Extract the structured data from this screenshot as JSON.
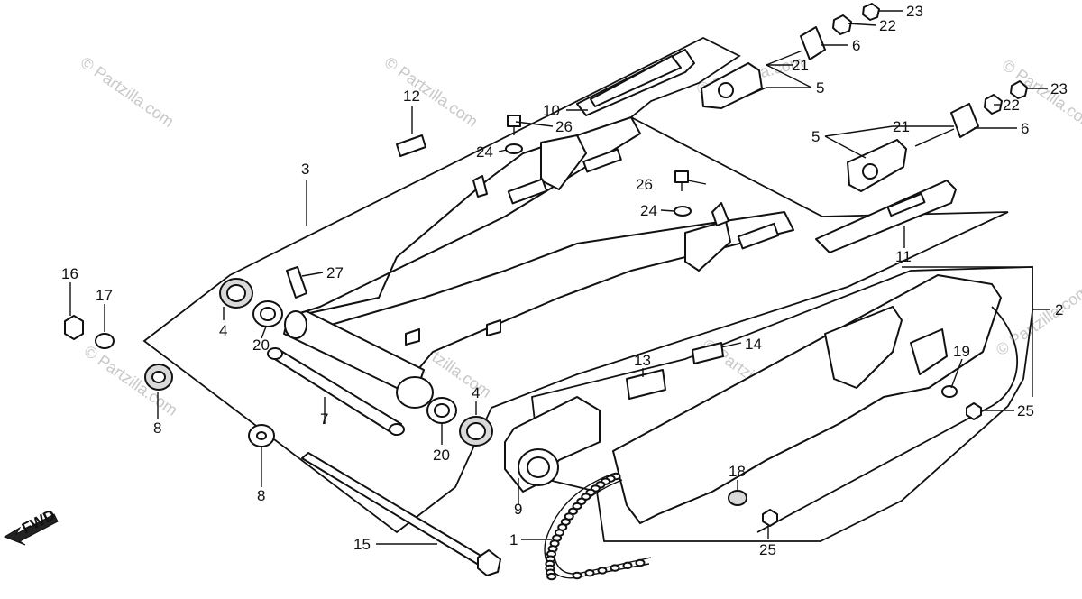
{
  "watermarks": [
    "© Partzilla.com",
    "© Partzilla.com",
    "© Partzilla.com",
    "© Partzilla.com",
    "© Partzilla.com",
    "© Partzilla.com",
    "© Partzilla.com",
    "© Partzilla.com"
  ],
  "fwd_label": "FWD",
  "callouts": [
    {
      "id": "c1",
      "text": "1"
    },
    {
      "id": "c2",
      "text": "2"
    },
    {
      "id": "c3",
      "text": "3"
    },
    {
      "id": "c4a",
      "text": "4"
    },
    {
      "id": "c4b",
      "text": "4"
    },
    {
      "id": "c5a",
      "text": "5"
    },
    {
      "id": "c5b",
      "text": "5"
    },
    {
      "id": "c6a",
      "text": "6"
    },
    {
      "id": "c6b",
      "text": "6"
    },
    {
      "id": "c7",
      "text": "7"
    },
    {
      "id": "c8a",
      "text": "8"
    },
    {
      "id": "c8b",
      "text": "8"
    },
    {
      "id": "c9",
      "text": "9"
    },
    {
      "id": "c10",
      "text": "10"
    },
    {
      "id": "c11",
      "text": "11"
    },
    {
      "id": "c12",
      "text": "12"
    },
    {
      "id": "c13",
      "text": "13"
    },
    {
      "id": "c14",
      "text": "14"
    },
    {
      "id": "c15",
      "text": "15"
    },
    {
      "id": "c16",
      "text": "16"
    },
    {
      "id": "c17",
      "text": "17"
    },
    {
      "id": "c18",
      "text": "18"
    },
    {
      "id": "c19",
      "text": "19"
    },
    {
      "id": "c20a",
      "text": "20"
    },
    {
      "id": "c20b",
      "text": "20"
    },
    {
      "id": "c21a",
      "text": "21"
    },
    {
      "id": "c21b",
      "text": "21"
    },
    {
      "id": "c22a",
      "text": "22"
    },
    {
      "id": "c22b",
      "text": "22"
    },
    {
      "id": "c23a",
      "text": "23"
    },
    {
      "id": "c23b",
      "text": "23"
    },
    {
      "id": "c24a",
      "text": "24"
    },
    {
      "id": "c24b",
      "text": "24"
    },
    {
      "id": "c25a",
      "text": "25"
    },
    {
      "id": "c25b",
      "text": "25"
    },
    {
      "id": "c26a",
      "text": "26"
    },
    {
      "id": "c26b",
      "text": "26"
    },
    {
      "id": "c27",
      "text": "27"
    }
  ]
}
